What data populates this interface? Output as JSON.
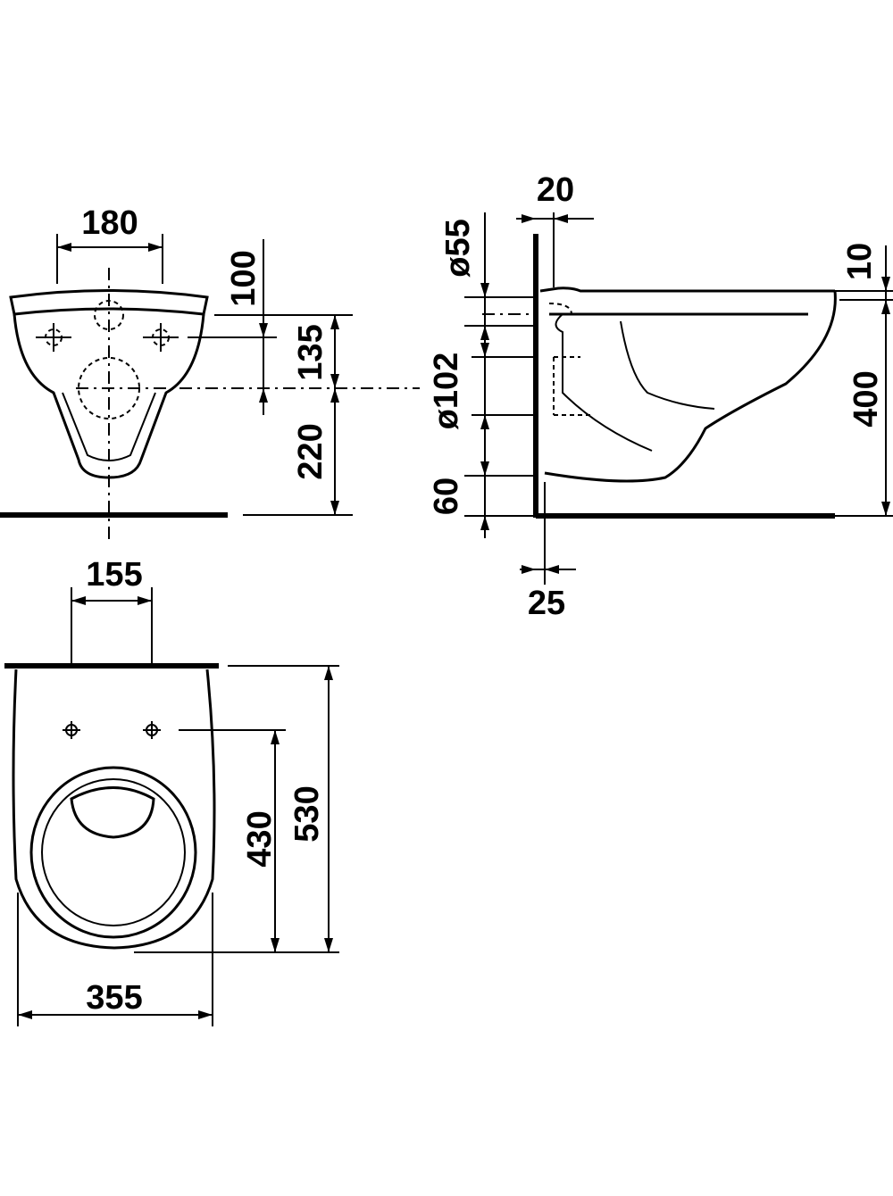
{
  "dimensions": {
    "front_fixing_spacing": "180",
    "front_top_to_fixing": "100",
    "front_fixing_to_waste": "135",
    "front_waste_to_floor": "220",
    "side_wall_offset_top": "20",
    "side_inlet_diameter": "ø55",
    "side_outlet_diameter": "ø102",
    "side_bottom_height": "60",
    "side_wall_offset_bottom": "25",
    "side_rim_thickness": "10",
    "side_rim_height": "400",
    "plan_fixing_spacing": "155",
    "plan_fixing_to_front": "430",
    "plan_total_length": "530",
    "plan_width": "355"
  },
  "colors": {
    "line": "#000000",
    "background": "#ffffff"
  }
}
